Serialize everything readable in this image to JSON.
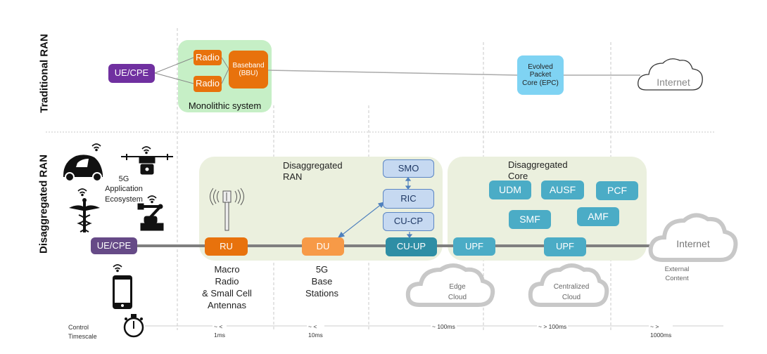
{
  "colors": {
    "traditional_box": "#c6efc6",
    "disaggregated_area": "#ebf0de",
    "radio_orange": "#e8720c",
    "du_orange": "#f79a47",
    "ue_purple": "#7030a0",
    "ue_purple_muted": "#664a87",
    "oran_blue": "#c6d9f1",
    "cu_up_teal": "#2e8ea5",
    "core_cyan": "#4bacc6",
    "epc_cyan": "#7fd3f3",
    "cloud_gray": "#c8c8c8"
  },
  "traditional": {
    "row_label": "Traditional  RAN",
    "ue": "UE/CPE",
    "radio_top": "Radio",
    "radio_bottom": "Radio",
    "bbu_line1": "Baseband",
    "bbu_line2": "(BBU)",
    "monolithic_label": "Monolithic system",
    "epc_line1": "Evolved",
    "epc_line2": "Packet",
    "epc_line3": "Core (EPC)",
    "internet": "Internet"
  },
  "disaggregated": {
    "row_label": "Disaggregated RAN",
    "app_ecosystem": [
      "5G",
      "Application",
      "Ecosystem"
    ],
    "ue": "UE/CPE",
    "ran_area_title": [
      "Disaggregated",
      "RAN"
    ],
    "core_area_title": [
      "Disaggregated",
      "Core"
    ],
    "ru": "RU",
    "du": "DU",
    "smo": "SMO",
    "ric": "RIC",
    "cu_cp": "CU-CP",
    "cu_up": "CU-UP",
    "upf_edge": "UPF",
    "upf_central": "UPF",
    "udm": "UDM",
    "ausf": "AUSF",
    "pcf": "PCF",
    "smf": "SMF",
    "amf": "AMF",
    "internet": "Internet",
    "external_content": [
      "External",
      "Content"
    ],
    "ru_caption": [
      "Macro",
      "Radio",
      "& Small Cell",
      "Antennas"
    ],
    "du_caption": [
      "5G",
      "Base",
      "Stations"
    ],
    "edge_cloud": [
      "Edge",
      "Cloud"
    ],
    "central_cloud": [
      "Centralized",
      "Cloud"
    ]
  },
  "timescale": {
    "label": [
      "Control",
      "Timescale"
    ],
    "values": [
      [
        "~ <",
        "1ms"
      ],
      [
        "~ <",
        "10ms"
      ],
      [
        "~ 100ms"
      ],
      [
        "~ > 100ms"
      ],
      [
        "~ >",
        "1000ms"
      ]
    ]
  }
}
